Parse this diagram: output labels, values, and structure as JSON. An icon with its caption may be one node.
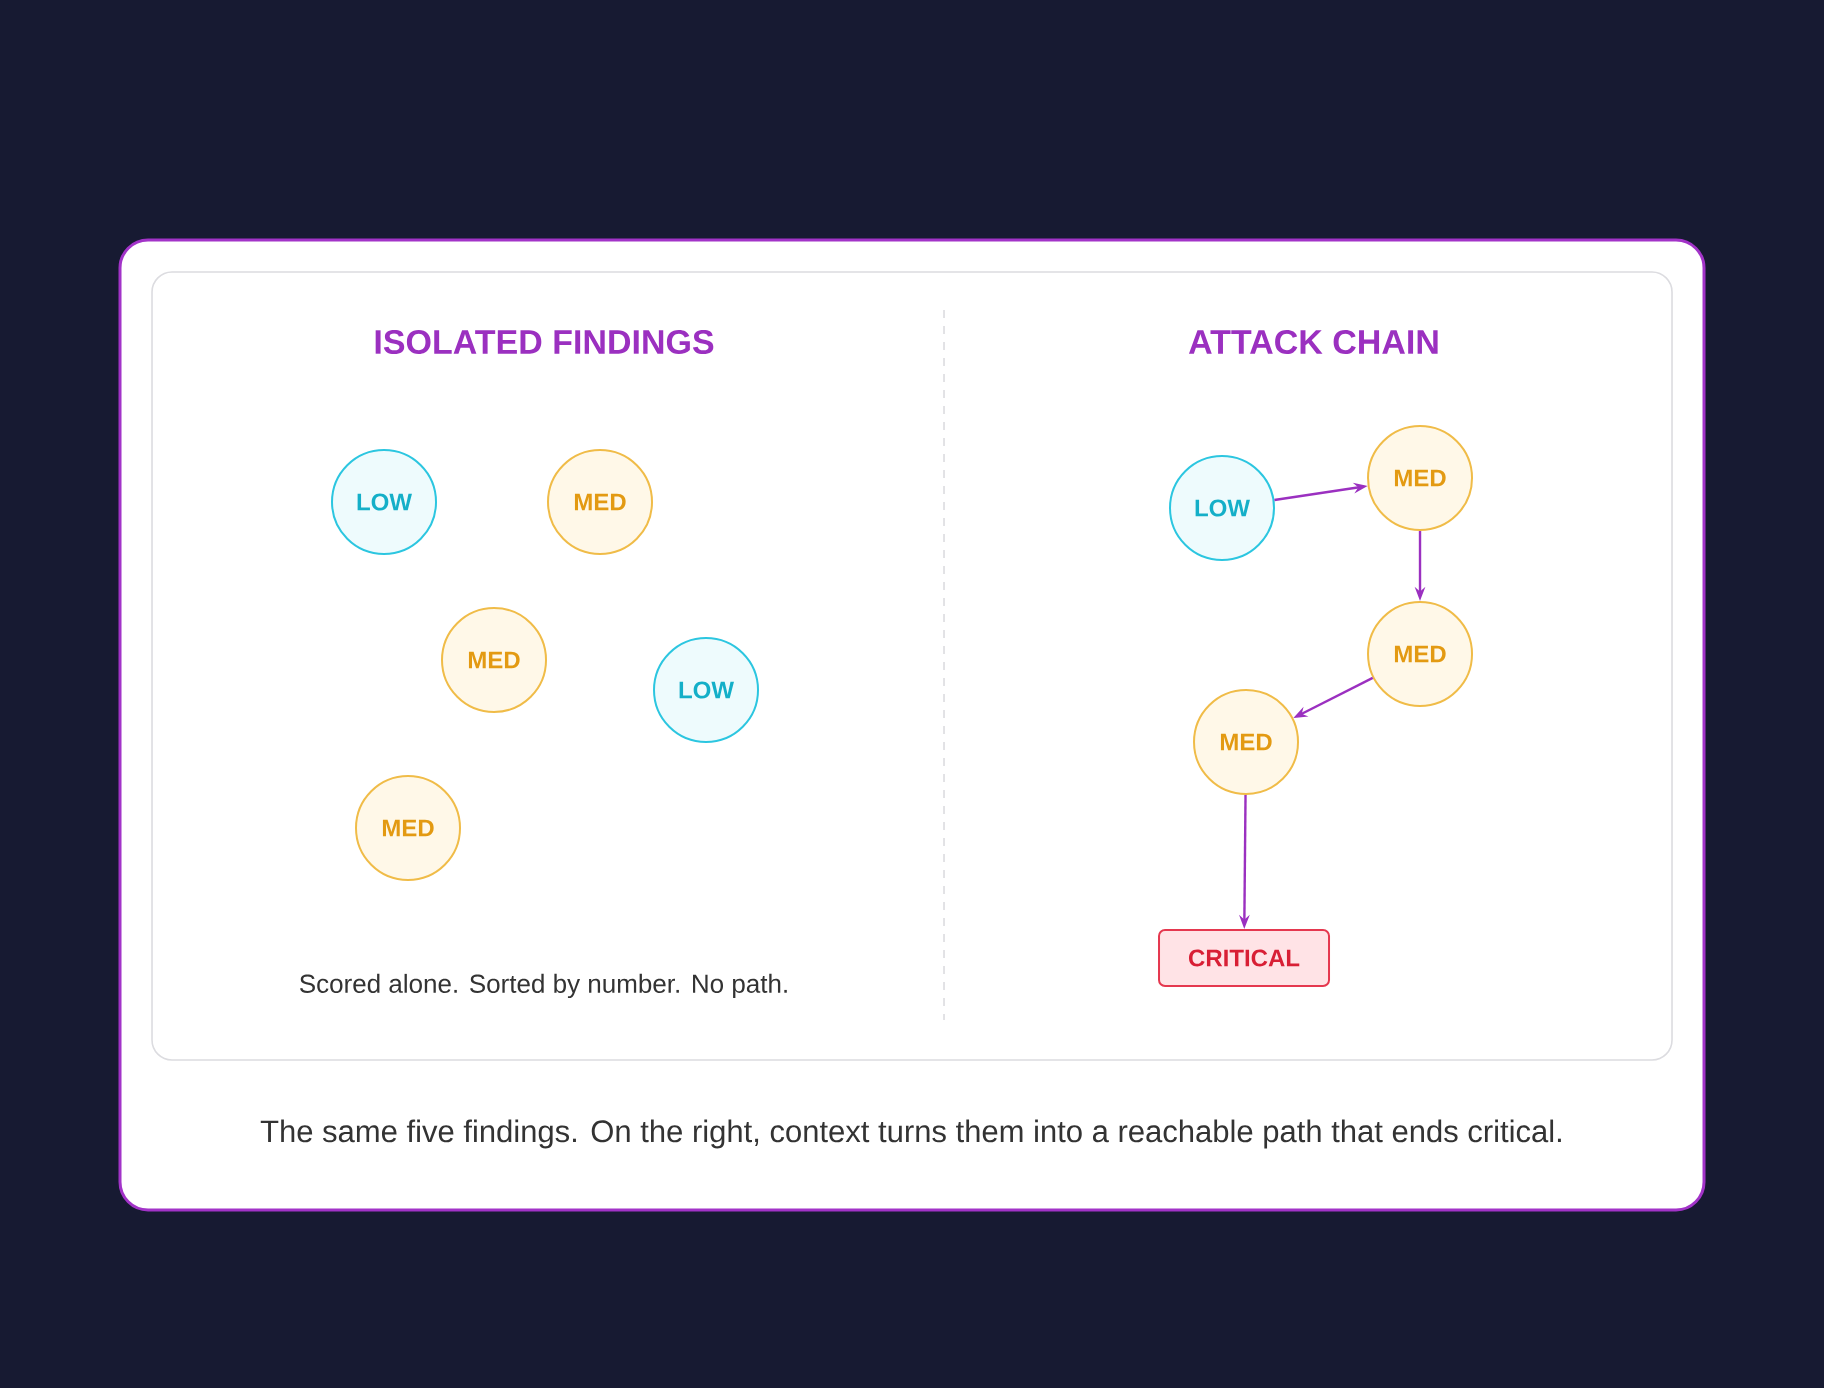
{
  "diagram": {
    "nodes": [
      {
        "text": [
          "LOW"
        ]
      },
      {
        "text": [
          "MED"
        ]
      },
      {
        "text": [
          "MED"
        ]
      },
      {
        "text": [
          "LOW"
        ]
      },
      {
        "text": [
          "MED"
        ]
      },
      {
        "text": [
          "LOW"
        ]
      },
      {
        "text": [
          "MED"
        ]
      },
      {
        "text": [
          "MED"
        ]
      },
      {
        "text": [
          "MED"
        ]
      },
      {
        "text": [
          "CRITICAL"
        ]
      }
    ],
    "edges": [
      {
        "from": 5,
        "to": 6,
        "arrow": "to"
      },
      {
        "from": 6,
        "to": 7,
        "arrow": "to"
      },
      {
        "from": 7,
        "to": 8,
        "arrow": "to"
      },
      {
        "from": 8,
        "to": 9,
        "arrow": "to"
      }
    ],
    "labels": [
      "ISOLATED FINDINGS",
      "ATTACK CHAIN",
      "Scored alone. Sorted by number. No path.",
      "The same five findings. On the right, context turns them into a reachable path that ends critical."
    ]
  }
}
